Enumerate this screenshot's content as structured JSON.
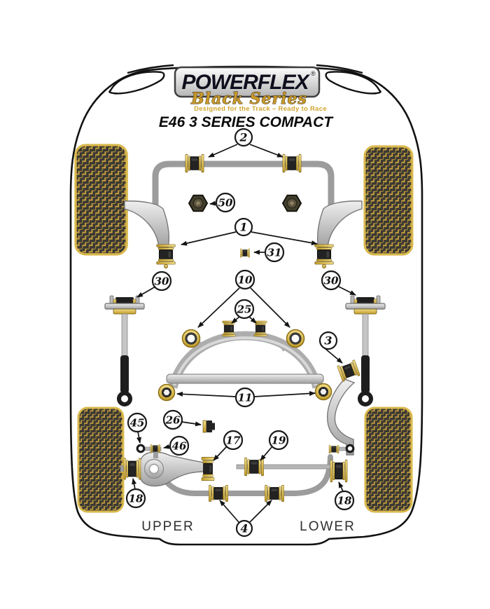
{
  "logo": {
    "brand": "POWERFLEX",
    "registered": "®",
    "series": "Black Series",
    "tagline": "Designed for the Track – Ready to Race"
  },
  "title": "E46 3 SERIES COMPACT",
  "labels": {
    "upper": "UPPER",
    "lower": "LOWER"
  },
  "callouts": [
    "2",
    "50",
    "1",
    "31",
    "30",
    "30",
    "10",
    "25",
    "3",
    "11",
    "45",
    "26",
    "46",
    "17",
    "19",
    "18",
    "18",
    "4"
  ],
  "colors": {
    "accent_gold": "#d9b94d",
    "tread_gold": "#c9a23f",
    "bar_gray": "#9c9c9c",
    "ink": "#1a1a1a",
    "logo_gold": "#c9992c"
  }
}
